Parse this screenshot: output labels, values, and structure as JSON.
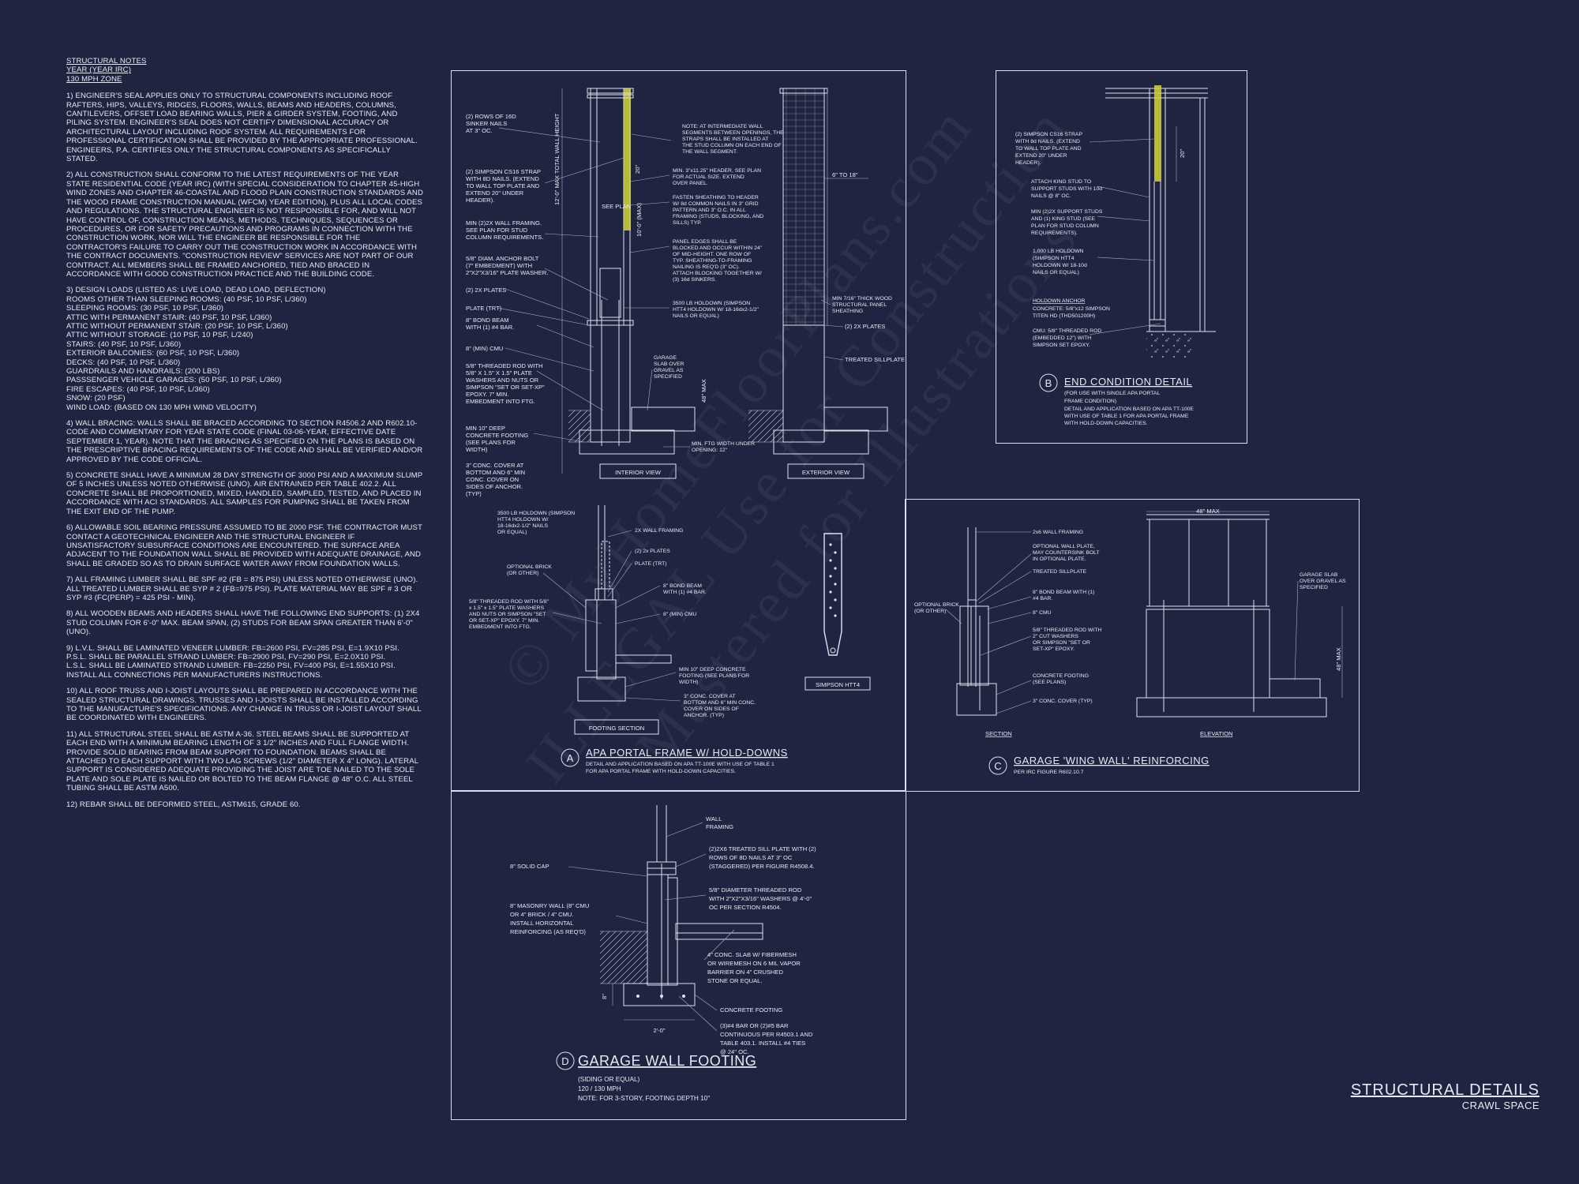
{
  "notes": {
    "header": [
      "STRUCTURAL NOTES",
      "YEAR (YEAR IRC)",
      "130 mph ZONE"
    ],
    "paragraphs": [
      "1) ENGINEER'S SEAL APPLIES ONLY TO STRUCTURAL COMPONENTS INCLUDING ROOF RAFTERS, HIPS, VALLEYS, RIDGES, FLOORS, WALLS, BEAMS AND HEADERS, COLUMNS, CANTILEVERS, OFFSET LOAD BEARING WALLS, PIER & GIRDER SYSTEM, FOOTING, AND PILING SYSTEM. ENGINEER'S SEAL DOES NOT CERTIFY DIMENSIONAL ACCURACY OR ARCHITECTURAL LAYOUT INCLUDING ROOF SYSTEM. ALL REQUIREMENTS FOR PROFESSIONAL CERTIFICATION SHALL BE PROVIDED BY THE APPROPRIATE PROFESSIONAL. ENGINEERS, P.A. CERTIFIES ONLY THE STRUCTURAL COMPONENTS AS SPECIFICALLY STATED.",
      "2) ALL CONSTRUCTION SHALL CONFORM TO THE LATEST REQUIREMENTS OF THE YEAR STATE RESIDENTIAL CODE (YEAR IRC) (WITH SPECIAL CONSIDERATION TO CHAPTER 45-HIGH WIND ZONES AND CHAPTER 46-COASTAL AND FLOOD PLAIN CONSTRUCTION STANDARDS AND THE WOOD FRAME CONSTRUCTION MANUAL (WFCM) YEAR EDITION), PLUS ALL LOCAL CODES AND REGULATIONS. THE STRUCTURAL ENGINEER IS NOT RESPONSIBLE FOR, AND WILL NOT HAVE CONTROL OF, CONSTRUCTION MEANS, METHODS, TECHNIQUES, SEQUENCES OR PROCEDURES, OR FOR SAFETY PRECAUTIONS AND PROGRAMS IN CONNECTION WITH THE CONSTRUCTION WORK, NOR WILL THE ENGINEER BE RESPONSIBLE FOR THE CONTRACTOR'S FAILURE TO CARRY OUT THE CONSTRUCTION WORK IN ACCORDANCE WITH THE CONTRACT DOCUMENTS. \"CONSTRUCTION REVIEW\" SERVICES ARE NOT PART OF OUR CONTRACT. ALL MEMBERS SHALL BE FRAMED ANCHORED, TIED AND BRACED IN ACCORDANCE WITH GOOD CONSTRUCTION PRACTICE AND THE BUILDING CODE.",
      "3) DESIGN LOADS (LISTED AS: LIVE LOAD, DEAD LOAD, DEFLECTION)\nROOMS OTHER THAN SLEEPING ROOMS: (40 PSF, 10 PSF, L/360)\nSLEEPING ROOMS: (30 PSF, 10 PSF, L/360)\nATTIC WITH PERMANENT STAIR: (40 PSF, 10 PSF, L/360)\nATTIC WITHOUT PERMANENT STAIR: (20 PSF, 10 PSF, L/360)\nATTIC WITHOUT STORAGE: (10 PSF, 10 PSF, L/240)\nSTAIRS: (40 PSF, 10 PSF, L/360)\nEXTERIOR BALCONIES: (60 PSF, 10 PSF, L/360)\nDECKS: (40 PSF, 10 PSF, L/360)\nGUARDRAILS AND HANDRAILS: (200 LBS)\nPASSSENGER VEHICLE GARAGES: (50 PSF, 10 PSF, L/360)\nFIRE ESCAPES: (40 PSF, 10 PSF, L/360)\nSNOW: (20 PSF)\nWIND LOAD: (BASED ON 130 MPH WIND VELOCITY)",
      "4) WALL BRACING: WALLS SHALL BE BRACED ACCORDING TO SECTION R4506.2 AND R602.10-CODE AND COMMENTARY FOR YEAR STATE CODE (FINAL 03-06-YEAR, EFFECTIVE DATE SEPTEMBER 1, YEAR). NOTE THAT THE BRACING AS SPECIFIED ON THE PLANS IS BASED ON THE PRESCRIPTIVE BRACING REQUIREMENTS OF THE CODE AND SHALL BE VERIFIED AND/OR APPROVED BY THE CODE OFFICIAL.",
      "5) CONCRETE SHALL HAVE A MINIMUM 28 DAY STRENGTH OF 3000 PSI AND A MAXIMUM SLUMP OF 5 INCHES UNLESS NOTED OTHERWISE (UNO). AIR ENTRAINED PER TABLE 402.2. ALL CONCRETE SHALL BE PROPORTIONED, MIXED, HANDLED, SAMPLED, TESTED, AND PLACED IN ACCORDANCE WITH ACI STANDARDS. ALL SAMPLES FOR PUMPING SHALL BE TAKEN FROM THE EXIT END OF THE PUMP.",
      "6) ALLOWABLE SOIL BEARING PRESSURE ASSUMED TO BE 2000 PSF. THE CONTRACTOR MUST CONTACT A GEOTECHNICAL ENGINEER AND THE STRUCTURAL ENGINEER IF UNSATISFACTORY SUBSURFACE CONDITIONS ARE ENCOUNTERED. THE SURFACE AREA ADJACENT TO THE FOUNDATION WALL SHALL BE PROVIDED WITH ADEQUATE DRAINAGE, AND SHALL BE GRADED SO AS TO DRAIN SURFACE WATER AWAY FROM FOUNDATION WALLS.",
      "7) ALL FRAMING LUMBER SHALL BE SPF #2 (Fb = 875 PSI) UNLESS NOTED OTHERWISE (UNO). ALL TREATED LUMBER SHALL BE SYP # 2 (Fb=975 PSI). PLATE MATERIAL MAY BE SPF # 3 OR SYP #3 (Fc(perp) = 425 PSI - MIN).",
      "8) ALL WOODEN BEAMS AND HEADERS SHALL HAVE THE FOLLOWING END SUPPORTS: (1) 2x4 STUD COLUMN FOR 6'-0\" MAX. BEAM SPAN, (2) STUDS FOR BEAM SPAN GREATER THAN 6'-0\" (UNO).",
      "9) L.V.L. SHALL BE LAMINATED VENEER LUMBER: Fb=2600 PSI, Fv=285 PSI, E=1.9x10 PSI.\nP.S.L. SHALL BE PARALLEL STRAND LUMBER: Fb=2900 PSI, Fv=290 PSI, E=2.0x10 PSI.\nL.S.L. SHALL BE LAMINATED STRAND LUMBER: Fb=2250 PSI, Fv=400 PSI, E=1.55x10 PSI. INSTALL ALL CONNECTIONS PER MANUFACTURERS INSTRUCTIONS.",
      "10) ALL ROOF TRUSS AND I-JOIST LAYOUTS SHALL BE PREPARED IN ACCORDANCE WITH THE SEALED STRUCTURAL DRAWINGS. TRUSSES AND I-JOISTS SHALL BE INSTALLED ACCORDING TO THE MANUFACTURE'S SPECIFICATIONS. ANY CHANGE IN TRUSS OR I-JOIST LAYOUT SHALL BE COORDINATED WITH ENGINEERS.",
      "11) ALL STRUCTURAL STEEL SHALL BE ASTM A-36. STEEL BEAMS SHALL BE SUPPORTED AT EACH END WITH A MINIMUM BEARING LENGTH OF 3 1/2\" INCHES AND FULL FLANGE WIDTH. PROVIDE SOLID BEARING FROM BEAM SUPPORT TO FOUNDATION. BEAMS SHALL BE ATTACHED TO EACH SUPPORT WITH TWO LAG SCREWS (1/2\" DIAMETER x 4\" LONG). LATERAL SUPPORT IS CONSIDERED ADEQUATE PROVIDING THE JOIST ARE TOE NAILED TO THE SOLE PLATE AND SOLE PLATE IS NAILED OR BOLTED TO THE BEAM FLANGE @ 48\" O.C. ALL STEEL TUBING SHALL BE ASTM A500.",
      "12) REBAR SHALL BE DEFORMED STEEL, ASTM615, GRADE 60."
    ]
  },
  "detail_a": {
    "letter": "A",
    "title": "APA PORTAL FRAME W/ HOLD-DOWNS",
    "subtitle": [
      "DETAIL AND APPLICATION BASED ON APA TT-100E WITH USE OF TABLE 1",
      "FOR APA PORTAL FRAME WITH HOLD-DOWN CAPACITIES."
    ],
    "interior_view": "INTERIOR VIEW",
    "exterior_view": "EXTERIOR VIEW",
    "footing_section": "FOOTING SECTION",
    "simpson": "SIMPSON HTT4",
    "notes_left": [
      "(2) ROWS OF 16d",
      "SINKER NAILS",
      "AT 3\" OC.",
      "(2) SIMPSON CS16 STRAP",
      "WITH 8d NAILS. (EXTEND",
      "TO WALL TOP PLATE AND",
      "EXTEND 20\" UNDER",
      "HEADER).",
      "MIN (2)2X WALL FRAMING.",
      "SEE PLAN FOR STUD",
      "COLUMN REQUIREMENTS.",
      "5/8\" DIAM. ANCHOR BOLT",
      "(7\" EMBEDMENT) WITH",
      "2\"x2\"x3/16\" PLATE WASHER.",
      "(2) 2x PLATES",
      "PLATE (TRT)",
      "8\" BOND BEAM",
      "WITH (1) #4 BAR.",
      "8\" (MIN) CMU",
      "5/8\" THREADED ROD WITH",
      "5/8\" x 1.5\" x 1.5\" PLATE",
      "WASHERS AND NUTS OR",
      "SIMPSON \"SET OR SET-XP\"",
      "EPOXY. 7\" MIN.",
      "EMBEDMENT INTO FTG.",
      "MIN 10\" DEEP",
      "CONCRETE FOOTING",
      "(SEE PLANS FOR",
      "WIDTH)",
      "3\" CONC. COVER AT",
      "BOTTOM AND 6\" MIN",
      "CONC. COVER ON",
      "SIDES OF ANCHOR.",
      "(TYP)"
    ],
    "notes_mid": [
      "NOTE: AT INTERMEDIATE WALL",
      "SEGMENTS BETWEEN OPENINGS, THE",
      "STRAPS SHALL BE INSTALLED AT",
      "THE STUD COLUMN ON EACH END OF",
      "THE WALL SEGMENT.",
      "MIN. 3\"x11.25\" HEADER, SEE PLAN",
      "FOR ACTUAL SIZE. EXTEND",
      "OVER PANEL.",
      "FASTEN SHEATHING TO HEADER",
      "W/ 8d COMMON NAILS IN 3\" GRID",
      "PATTERN AND 3\" O.C. IN ALL",
      "FRAMING (STUDS, BLOCKING, AND",
      "SILLS) TYP.",
      "PANEL EDGES SHALL BE",
      "BLOCKED AND OCCUR WITHIN 24\"",
      "OF MID-HEIGHT. ONE ROW OF",
      "TYP. SHEATHING-TO-FRAMING",
      "NAILING IS REQ'D (3\" OC).",
      "ATTACH BLOCKING TOGETHER W/",
      "(3) 16d SINKERS.",
      "3500 LB HOLDOWN (SIMPSON",
      "HTT4 HOLDOWN W/ 18-16dx2-1/2\"",
      "NAILS OR EQUAL)",
      "GARAGE",
      "SLAB OVER",
      "GRAVEL AS",
      "SPECIFIED",
      "MIN. FTG WIDTH UNDER",
      "OPENING: 12\""
    ],
    "notes_right": [
      "6\" TO 18\"",
      "MIN 7/16\" THICK WOOD",
      "STRUCTURAL PANEL",
      "SHEATHING",
      "(2) 2x PLATES",
      "TREATED SILLPLATE"
    ],
    "dims": [
      "12'-0\" MAX TOTAL WALL HEIGHT",
      "10'-0\" (MAX)",
      "20\"",
      "SEE PLAN",
      "48\" MAX"
    ],
    "footing_notes": [
      "3500 LB HOLDOWN (SIMPSON",
      "HTT4 HOLDOWN W/",
      "18-16dx2-1/2\" NAILS",
      "OR EQUAL)",
      "2X WALL FRAMING",
      "(2) 2x PLATES",
      "PLATE (TRT)",
      "8\" BOND BEAM",
      "WITH (1) #4 BAR.",
      "8\" (MIN) CMU",
      "OPTIONAL BRICK",
      "(OR OTHER)",
      "5/8\" THREADED ROD WITH 5/8\"",
      "x 1.5\" x 1.5\" PLATE WASHERS",
      "AND NUTS OR SIMPSON \"SET",
      "OR SET-XP\" EPOXY. 7\" MIN.",
      "EMBEDMENT INTO FTG.",
      "MIN 10\" DEEP CONCRETE",
      "FOOTING (SEE PLANS FOR",
      "WIDTH)",
      "3\" CONC. COVER AT",
      "BOTTOM AND 6\" MIN CONC.",
      "COVER ON SIDES OF",
      "ANCHOR. (TYP)"
    ]
  },
  "detail_b": {
    "letter": "B",
    "title": "END CONDITION DETAIL",
    "subtitle": [
      "(FOR USE WITH SINGLE APA PORTAL",
      "FRAME CONDITION)",
      "DETAIL AND APPLICATION BASED ON APA TT-100E",
      "WITH USE OF TABLE 1 FOR APA PORTAL FRAME",
      "WITH HOLD-DOWN CAPACITIES."
    ],
    "notes": [
      "(2) SIMPSON CS16 STRAP",
      "WITH 8d NAILS. (EXTEND",
      "TO WALL TOP PLATE AND",
      "EXTEND 20\" UNDER",
      "HEADER).",
      "ATTACH KING STUD TO",
      "SUPPORT STUDS WITH 10d",
      "NAILS @ 8\" OC.",
      "MIN (2)2X SUPPORT STUDS",
      "AND (1) KING STUD (SEE",
      "PLAN FOR STUD COLUMN",
      "REQUIREMENTS).",
      "1,000 LB HOLDOWN",
      "(SIMPSON HTT4",
      "HOLDOWN W/ 18-10d",
      "NAILS OR EQUAL)",
      "HOLDOWN ANCHOR",
      "CONCRETE: 5/8\"x12 SIMPSON",
      "TITEN HD (THD501200H)",
      "CMU: 5/8\" THREADED ROD",
      "(EMBEDDED 12\") WITH",
      "SIMPSON SET EPOXY."
    ],
    "dim": "20\""
  },
  "detail_c": {
    "letter": "C",
    "title": "GARAGE 'WING WALL' REINFORCING",
    "subtitle": "PER IRC FIGURE R602.10.7",
    "notes": [
      "2x6 WALL FRAMING",
      "OPTIONAL WALL PLATE,",
      "MAY COUNTERSINK BOLT",
      "IN OPTIONAL PLATE.",
      "TREATED SILLPLATE",
      "8\" BOND BEAM WITH (1)",
      "#4 BAR.",
      "8\" CMU",
      "5/8\" THREADED ROD WITH",
      "2\" CUT WASHERS",
      "OR SIMPSON \"SET OR",
      "SET-XP\" EPOXY.",
      "CONCRETE FOOTING",
      "(SEE PLANS)",
      "3\" CONC. COVER (TYP)",
      "OPTIONAL BRICK",
      "(OR OTHER)",
      "GARAGE SLAB",
      "OVER GRAVEL AS",
      "SPECIFIED"
    ],
    "section": "SECTION",
    "elevation": "ELEVATION",
    "dim_top": "48\" MAX",
    "dim_side": "48\" MAX"
  },
  "detail_d": {
    "letter": "D",
    "title": "GARAGE WALL FOOTING",
    "subtitle": [
      "(SIDING OR EQUAL)",
      "120 / 130 MPH",
      "NOTE: FOR 3-STORY, FOOTING DEPTH 10\""
    ],
    "notes_left": [
      "8\" SOLID CAP",
      "8\" MASONRY WALL (8\" CMU",
      "OR 4\" BRICK / 4\" CMU.",
      "INSTALL HORIZONTAL",
      "REINFORCING (AS REQ'D)"
    ],
    "notes_right": [
      "WALL",
      "FRAMING",
      "(2)2x6 TREATED SILL PLATE WITH (2)",
      "ROWS OF 8d NAILS AT 3\" OC",
      "(STAGGERED) PER FIGURE R4508.4.",
      "5/8\" DIAMETER THREADED ROD",
      "WITH 2\"x2\"x3/16\" WASHERS @ 4'-0\"",
      "OC PER SECTION R4504.",
      "4\" CONC. SLAB w/ FIBERMESH",
      "OR WIREMESH ON 6 MIL VAPOR",
      "BARRIER ON 4\" CRUSHED",
      "STONE OR EQUAL.",
      "CONCRETE FOOTING",
      "(3)#4 BAR OR (2)#5 BAR",
      "CONTINUOUS PER R4503.1 AND",
      "TABLE 403.1. INSTALL #4 TIES",
      "@ 24\" OC."
    ],
    "dim_width": "2'-0\"",
    "dim_depth": "8\""
  },
  "sheet": {
    "title": "STRUCTURAL DETAILS",
    "subtitle": "CRAWL SPACE"
  },
  "watermark": {
    "line1": "© MyHomeFloorPlans.com",
    "line2": "ILLEGAL Use for Construction",
    "line3": "Mastered for Illustrations"
  },
  "colors": {
    "background": "#1f2441",
    "linework": "#dfe2ee",
    "strap_highlight": "#d4d43a"
  }
}
